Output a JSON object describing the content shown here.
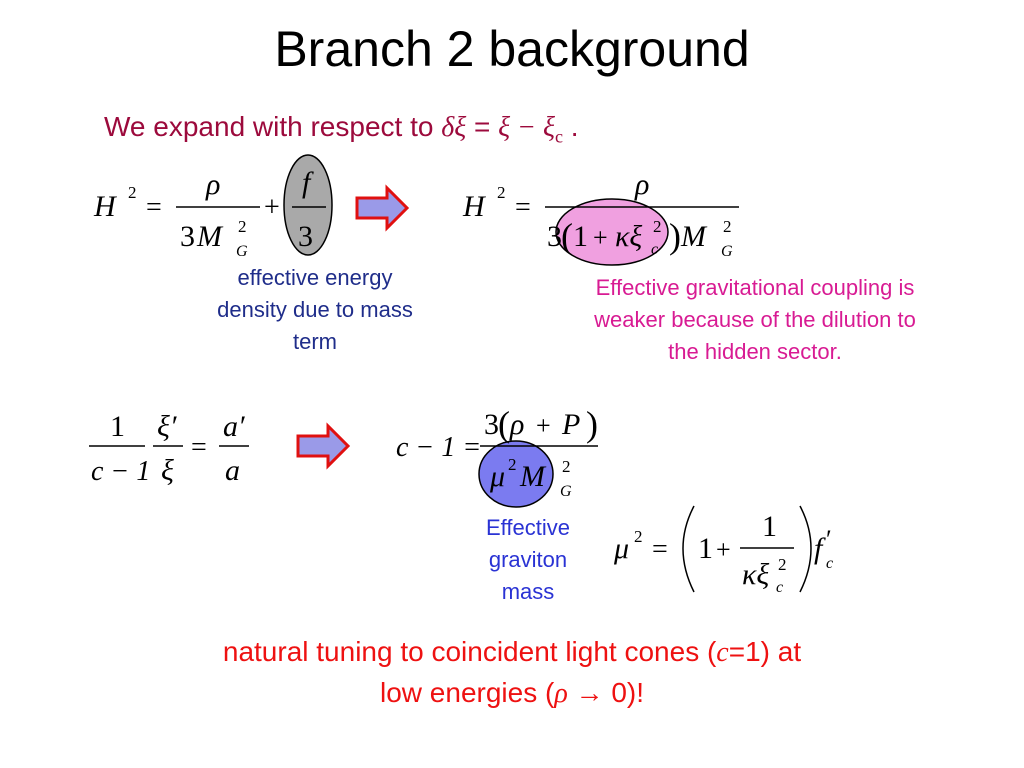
{
  "title": "Branch 2 background",
  "subtitle": {
    "text": "We expand with respect to",
    "delta_xi": "δξ",
    "equals": " = ",
    "rhs": "ξ − ξ",
    "sub": "c",
    "end": " ."
  },
  "colors": {
    "title": "#000000",
    "subtitle": "#9c0a3c",
    "caption_energy": "#1f2d8a",
    "caption_coupling": "#d81b93",
    "caption_mass": "#2a33d4",
    "note": "#ee1111",
    "arrow_fill": "#9a9ae8",
    "arrow_stroke": "#e01010",
    "ellipse_gray": "#a9a9a9",
    "ellipse_pink": "#f0a0e0",
    "ellipse_blue": "#7b7bf0"
  },
  "equations": {
    "eq1": {
      "H": "H",
      "sup2": "2",
      "eq": "=",
      "rho": "ρ",
      "three": "3",
      "M": "M",
      "G": "G",
      "plus": "+",
      "f": "f",
      "three_b": "3"
    },
    "eq2": {
      "H": "H",
      "sup2": "2",
      "eq": "=",
      "rho": "ρ",
      "three": "3",
      "lp": "(",
      "one": "1",
      "plus": "+",
      "kappa_xi": "κξ",
      "c": "c",
      "sq": "2",
      "rp": ")",
      "M": "M",
      "G": "G",
      "sq_g": "2"
    },
    "eq3": {
      "one": "1",
      "c_minus_1": "c − 1",
      "xi_prime": "ξ′",
      "xi": "ξ",
      "eq": "=",
      "a_prime": "a′",
      "a": "a"
    },
    "eq4": {
      "lhs": "c − 1 =",
      "three": "3",
      "lp": "(",
      "rho": "ρ",
      "plus": "+",
      "P": "P",
      "rp": ")",
      "mu": "μ",
      "sq": "2",
      "M": "M",
      "G": "G",
      "sq_g": "2"
    },
    "eq5": {
      "mu": "μ",
      "sq": "2",
      "eq": "=",
      "one": "1",
      "plus": "+",
      "one_b": "1",
      "kappa_xi": "κξ",
      "c": "c",
      "sq_c": "2",
      "f": "f",
      "prime": "′",
      "c_sub": "c"
    }
  },
  "captions": {
    "energy": [
      "effective energy",
      "density due to mass",
      "term"
    ],
    "coupling": [
      "Effective gravitational coupling is",
      "weaker because of the dilution to",
      "the hidden sector."
    ],
    "mass": [
      "Effective",
      "graviton",
      "mass"
    ]
  },
  "note": {
    "line1_a": "natural tuning to coincident light cones (",
    "line1_c": "c",
    "line1_b": "=1) at",
    "line2_a": "low energies (",
    "line2_rho": "ρ",
    "line2_b": " → 0)!"
  }
}
